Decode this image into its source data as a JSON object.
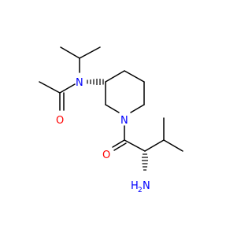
{
  "molecule": {
    "atoms": {
      "n_amide": "N",
      "o_amide": "O",
      "n_ring": "N",
      "o_ketone": "O",
      "amine_h": "H",
      "amine_sub": "2",
      "amine_n": "N"
    },
    "colors": {
      "bond": "#000000",
      "nitrogen": "#0000ff",
      "oxygen": "#ff0000"
    }
  }
}
